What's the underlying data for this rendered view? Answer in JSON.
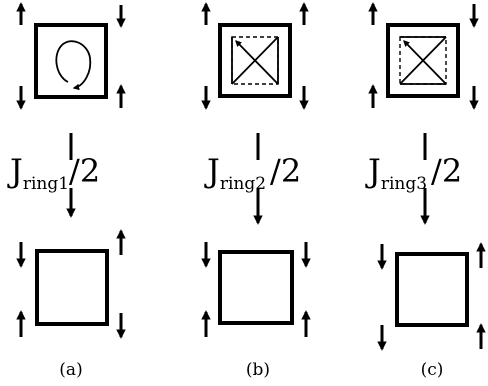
{
  "panels": [
    {
      "id": "a",
      "caption": "(a)",
      "coupling": {
        "symbol": "J",
        "subscript": "ring1",
        "suffix": "/2"
      }
    },
    {
      "id": "b",
      "caption": "(b)",
      "coupling": {
        "symbol": "J",
        "subscript": "ring2",
        "suffix": "/2"
      }
    },
    {
      "id": "c",
      "caption": "(c)",
      "coupling": {
        "symbol": "J",
        "subscript": "ring3",
        "suffix": "/2"
      }
    }
  ]
}
